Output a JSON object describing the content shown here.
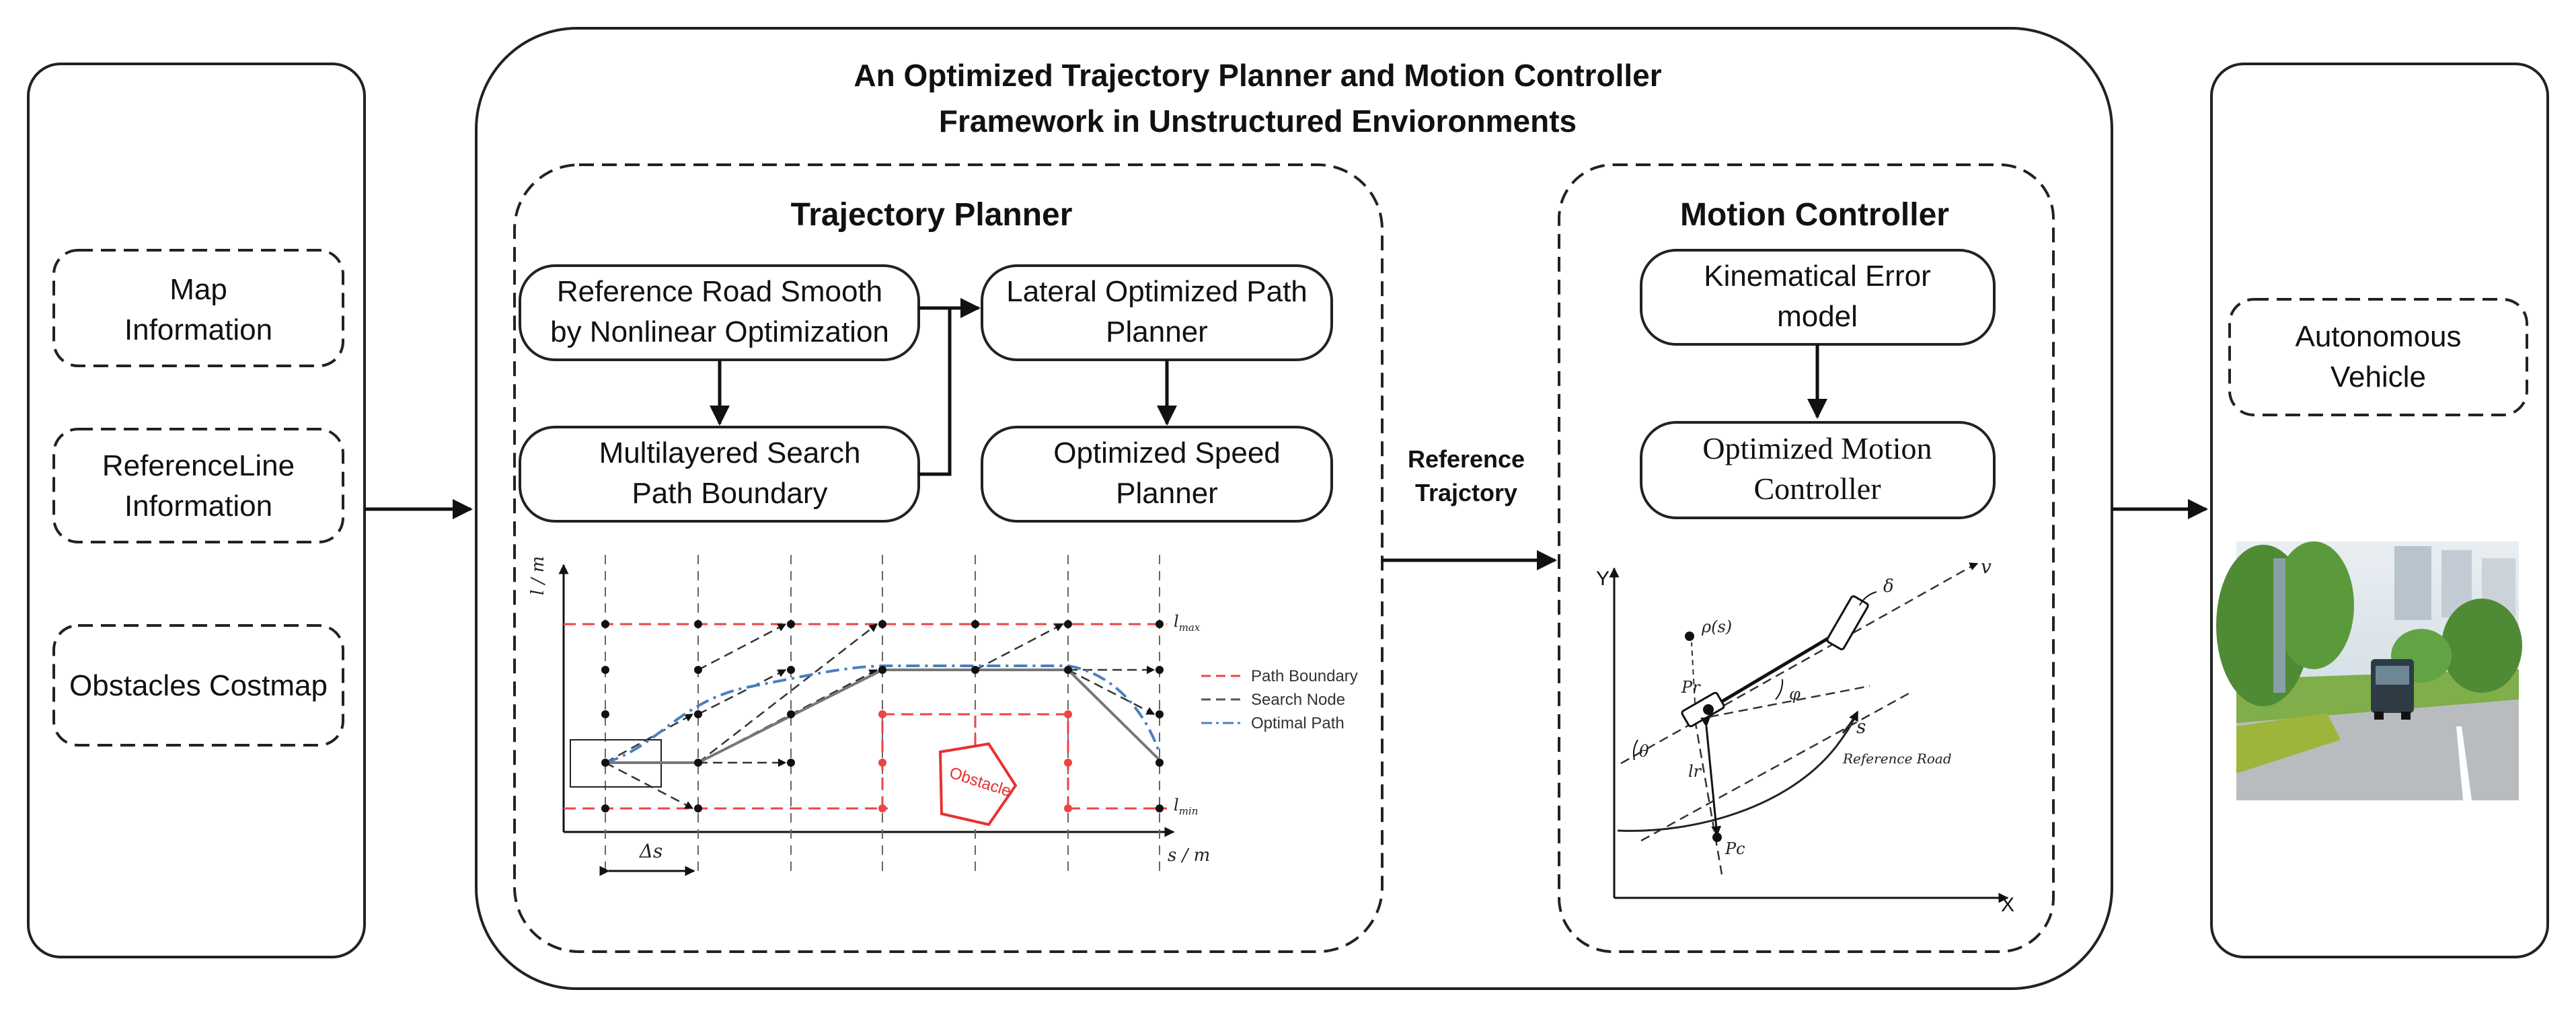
{
  "framework": {
    "title_line1": "An Optimized Trajectory Planner and Motion Controller",
    "title_line2": "Framework  in Unstructured Envioronments"
  },
  "inputs": {
    "map_line1": "Map",
    "map_line2": "Information",
    "refline_line1": "ReferenceLine",
    "refline_line2": "Information",
    "obstacles": "Obstacles Costmap"
  },
  "planner": {
    "title": "Trajectory Planner",
    "smooth_line1": "Reference Road Smooth",
    "smooth_line2": "by Nonlinear Optimization",
    "lateral_line1": "Lateral Optimized Path",
    "lateral_line2": "Planner",
    "search_line1": "Multilayered Search",
    "search_line2": "Path Boundary",
    "speed_line1": "Optimized Speed",
    "speed_line2": "Planner",
    "graph": {
      "y_axis": "l / m",
      "x_axis": "s / m",
      "delta_s": "Δs",
      "l_max": "l",
      "l_max_sub": "max",
      "l_min": "l",
      "l_min_sub": "min",
      "obstacle": "Obstacle",
      "legend": [
        "Path Boundary",
        "Search Node",
        "Optimal Path"
      ]
    }
  },
  "link": {
    "line1": "Reference",
    "line2": "Trajctory"
  },
  "controller": {
    "title": "Motion Controller",
    "error_line1": "Kinematical Error",
    "error_line2": "model",
    "motion_line1": "Optimized Motion",
    "motion_line2": "Controller",
    "graph": {
      "y_axis": "Y",
      "x_axis": "X",
      "v": "v",
      "delta": "δ",
      "rho": "ρ(s)",
      "pr": "Pr",
      "pc": "Pc",
      "theta": "θ",
      "phi": "φ",
      "lr": "lr",
      "s": "s",
      "road": "Reference Road"
    }
  },
  "vehicle": {
    "line1": "Autonomous",
    "line2": "Vehicle"
  },
  "colors": {
    "path_boundary": "#ee4444",
    "search_node": "#555555",
    "optimal_path": "#4a7fc1",
    "obstacle": "#e83030"
  }
}
